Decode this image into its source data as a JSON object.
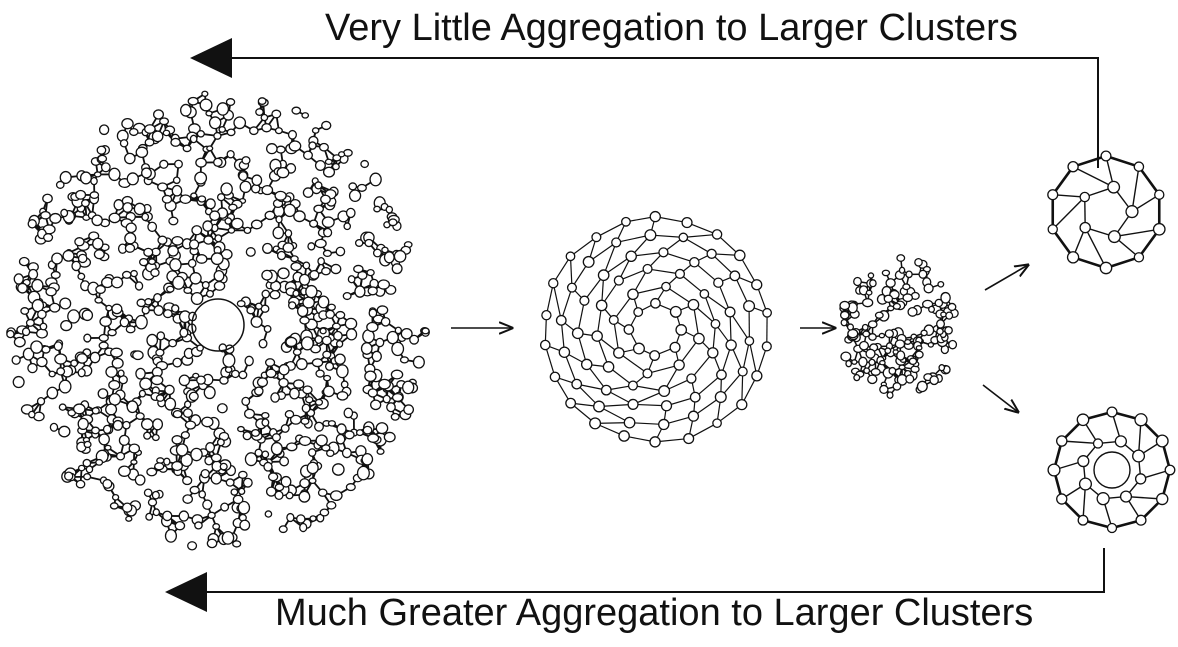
{
  "diagram": {
    "top_label": "Very Little Aggregation to Larger Clusters",
    "bottom_label": "Much Greater Aggregation to Larger Clusters",
    "colors": {
      "ink": "#111111",
      "background": "#ffffff"
    },
    "nodes": [
      {
        "id": "large-cluster",
        "kind": "cluster-drawing"
      },
      {
        "id": "medium-cluster",
        "kind": "cluster-drawing"
      },
      {
        "id": "small-cluster",
        "kind": "cluster-drawing"
      },
      {
        "id": "dodecahedral-cluster-top",
        "kind": "cluster-drawing"
      },
      {
        "id": "ring-cluster-bottom",
        "kind": "cluster-drawing"
      }
    ],
    "edges": [
      {
        "from": "large-cluster",
        "to": "medium-cluster"
      },
      {
        "from": "medium-cluster",
        "to": "small-cluster"
      },
      {
        "from": "small-cluster",
        "to": "dodecahedral-cluster-top"
      },
      {
        "from": "small-cluster",
        "to": "ring-cluster-bottom"
      },
      {
        "from": "dodecahedral-cluster-top",
        "to": "large-cluster",
        "label_ref": "top_label"
      },
      {
        "from": "ring-cluster-bottom",
        "to": "large-cluster",
        "label_ref": "bottom_label"
      }
    ]
  }
}
